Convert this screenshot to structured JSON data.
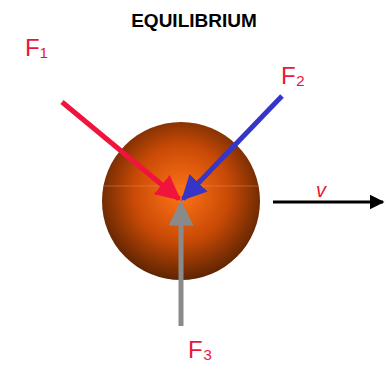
{
  "diagram": {
    "title": "EQUILIBRIUM",
    "labels": [
      "F₁",
      "F₂",
      "F₃",
      "v"
    ]
  }
}
